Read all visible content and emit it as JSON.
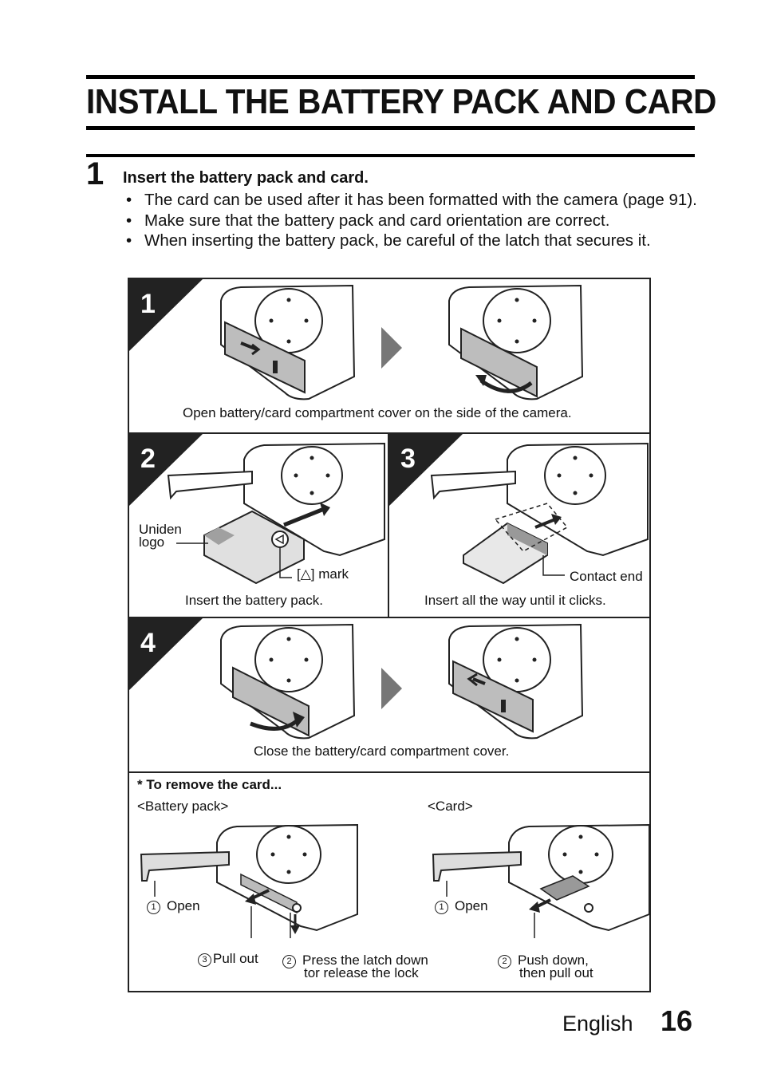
{
  "page": {
    "title": "INSTALL THE BATTERY PACK AND CARD",
    "step_number": "1",
    "step_heading": "Insert the battery pack and card.",
    "bullets": [
      "The card can be used after it has been formatted with the camera (page 91).",
      "Make sure that the battery pack and card orientation are correct.",
      "When inserting the battery pack, be careful of the latch that secures it."
    ]
  },
  "figure": {
    "panel1": {
      "number": "1",
      "caption": "Open battery/card compartment cover on the side of the camera."
    },
    "panel2": {
      "number": "2",
      "caption": "Insert the battery pack.",
      "logo_label_line1": "Uniden",
      "logo_label_line2": "logo",
      "mark_label": "[△] mark"
    },
    "panel3": {
      "number": "3",
      "caption": "Insert all the way until it clicks.",
      "contact_label": "Contact end"
    },
    "panel4": {
      "number": "4",
      "caption": "Close the battery/card compartment cover."
    },
    "remove": {
      "heading": "* To remove the card...",
      "battery_heading": "<Battery pack>",
      "card_heading": "<Card>",
      "battery_open_num": "1",
      "battery_open": "Open",
      "pull_out_num": "3",
      "pull_out": "Pull out",
      "press_num": "2",
      "press_line1": "Press the latch down",
      "press_line2": "tor release the lock",
      "card_open_num": "1",
      "card_open": "Open",
      "push_num": "2",
      "push_line1": "Push down,",
      "push_line2": "then pull out"
    }
  },
  "footer": {
    "language": "English",
    "page_number": "16"
  }
}
